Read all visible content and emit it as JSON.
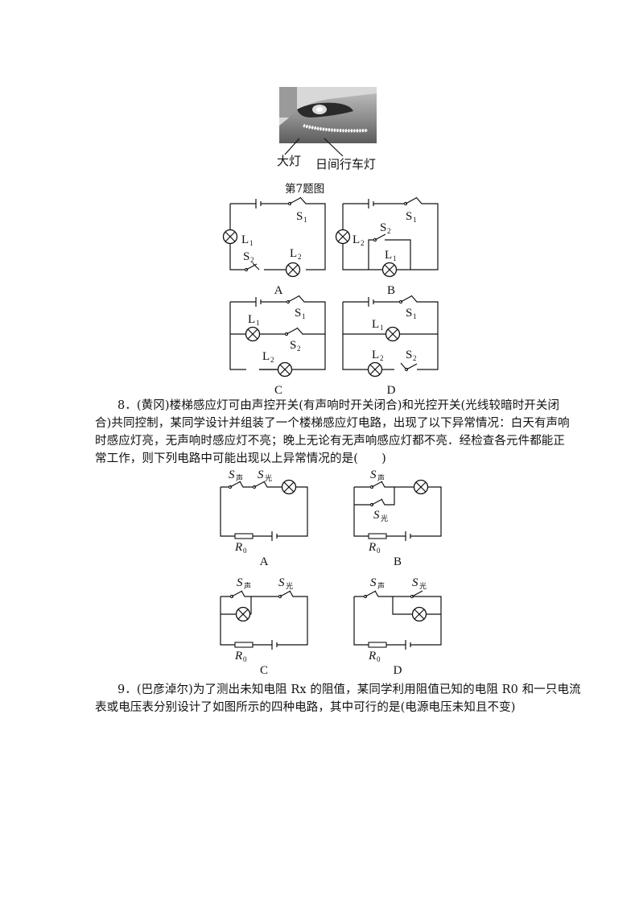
{
  "photo": {
    "label_headlight": "大灯",
    "label_drl": "日间行车灯",
    "caption": "第7题图"
  },
  "q7_options": {
    "A": {
      "label": "A",
      "s1": "S",
      "s1_sub": "1",
      "s2": "S",
      "s2_sub": "2",
      "l1": "L",
      "l1_sub": "1",
      "l2": "L",
      "l2_sub": "2"
    },
    "B": {
      "label": "B",
      "s1": "S",
      "s1_sub": "1",
      "s2": "S",
      "s2_sub": "2",
      "l1": "L",
      "l1_sub": "1",
      "l2": "L",
      "l2_sub": "2"
    },
    "C": {
      "label": "C",
      "s1": "S",
      "s1_sub": "1",
      "s2": "S",
      "s2_sub": "2",
      "l1": "L",
      "l1_sub": "1",
      "l2": "L",
      "l2_sub": "2"
    },
    "D": {
      "label": "D",
      "s1": "S",
      "s1_sub": "1",
      "s2": "S",
      "s2_sub": "2",
      "l1": "L",
      "l1_sub": "1",
      "l2": "L",
      "l2_sub": "2"
    }
  },
  "q8": {
    "lines": [
      "8．(黄冈)楼梯感应灯可由声控开关(有声响时开关闭合)和光控开关(光线较暗时开关闭",
      "合)共同控制，某同学设计并组装了一个楼梯感应灯电路，出现了以下异常情况：白天有声响",
      "时感应灯亮，无声响时感应灯不亮；晚上无论有无声响感应灯都不亮．经检查各元件都能正",
      "常工作，则下列电路中可能出现以上异常情况的是(　　)"
    ]
  },
  "q8_options": {
    "A": {
      "label": "A",
      "s_sound": "S",
      "s_sound_sub": "声",
      "s_light": "S",
      "s_light_sub": "光",
      "r": "R",
      "r_sub": "0"
    },
    "B": {
      "label": "B",
      "s_sound": "S",
      "s_sound_sub": "声",
      "s_light": "S",
      "s_light_sub": "光",
      "r": "R",
      "r_sub": "0"
    },
    "C": {
      "label": "C",
      "s_sound": "S",
      "s_sound_sub": "声",
      "s_light": "S",
      "s_light_sub": "光",
      "r": "R",
      "r_sub": "0"
    },
    "D": {
      "label": "D",
      "s_sound": "S",
      "s_sound_sub": "声",
      "s_light": "S",
      "s_light_sub": "光",
      "r": "R",
      "r_sub": "0"
    }
  },
  "q9": {
    "lines": [
      "9．(巴彦淖尔)为了测出未知电阻 Rx 的阻值，某同学利用阻值已知的电阻 R0 和一只电流",
      "表或电压表分别设计了如图所示的四种电路，其中可行的是(电源电压未知且不变)"
    ]
  }
}
